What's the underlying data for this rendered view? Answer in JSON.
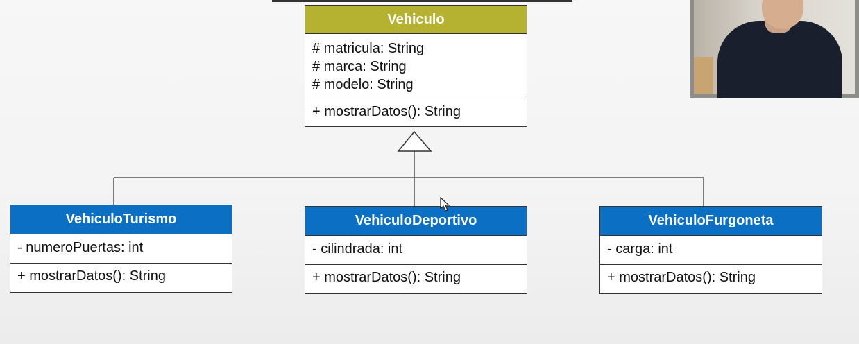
{
  "colors": {
    "parent_header": "#b5b131",
    "child_header": "#0b6fc4",
    "border": "#333333",
    "connector": "#555555"
  },
  "classes": {
    "vehiculo": {
      "name": "Vehiculo",
      "attributes": [
        "# matricula: String",
        "# marca: String",
        "# modelo: String"
      ],
      "methods": [
        "+ mostrarDatos(): String"
      ]
    },
    "turismo": {
      "name": "VehiculoTurismo",
      "attributes": [
        "- numeroPuertas: int"
      ],
      "methods": [
        "+ mostrarDatos(): String"
      ]
    },
    "deportivo": {
      "name": "VehiculoDeportivo",
      "attributes": [
        "- cilindrada: int"
      ],
      "methods": [
        "+ mostrarDatos(): String"
      ]
    },
    "furgoneta": {
      "name": "VehiculoFurgoneta",
      "attributes": [
        "- carga: int"
      ],
      "methods": [
        "+ mostrarDatos(): String"
      ]
    }
  },
  "icons": {
    "generalization": "hollow-triangle-arrow-icon",
    "cursor": "mouse-pointer-icon"
  }
}
